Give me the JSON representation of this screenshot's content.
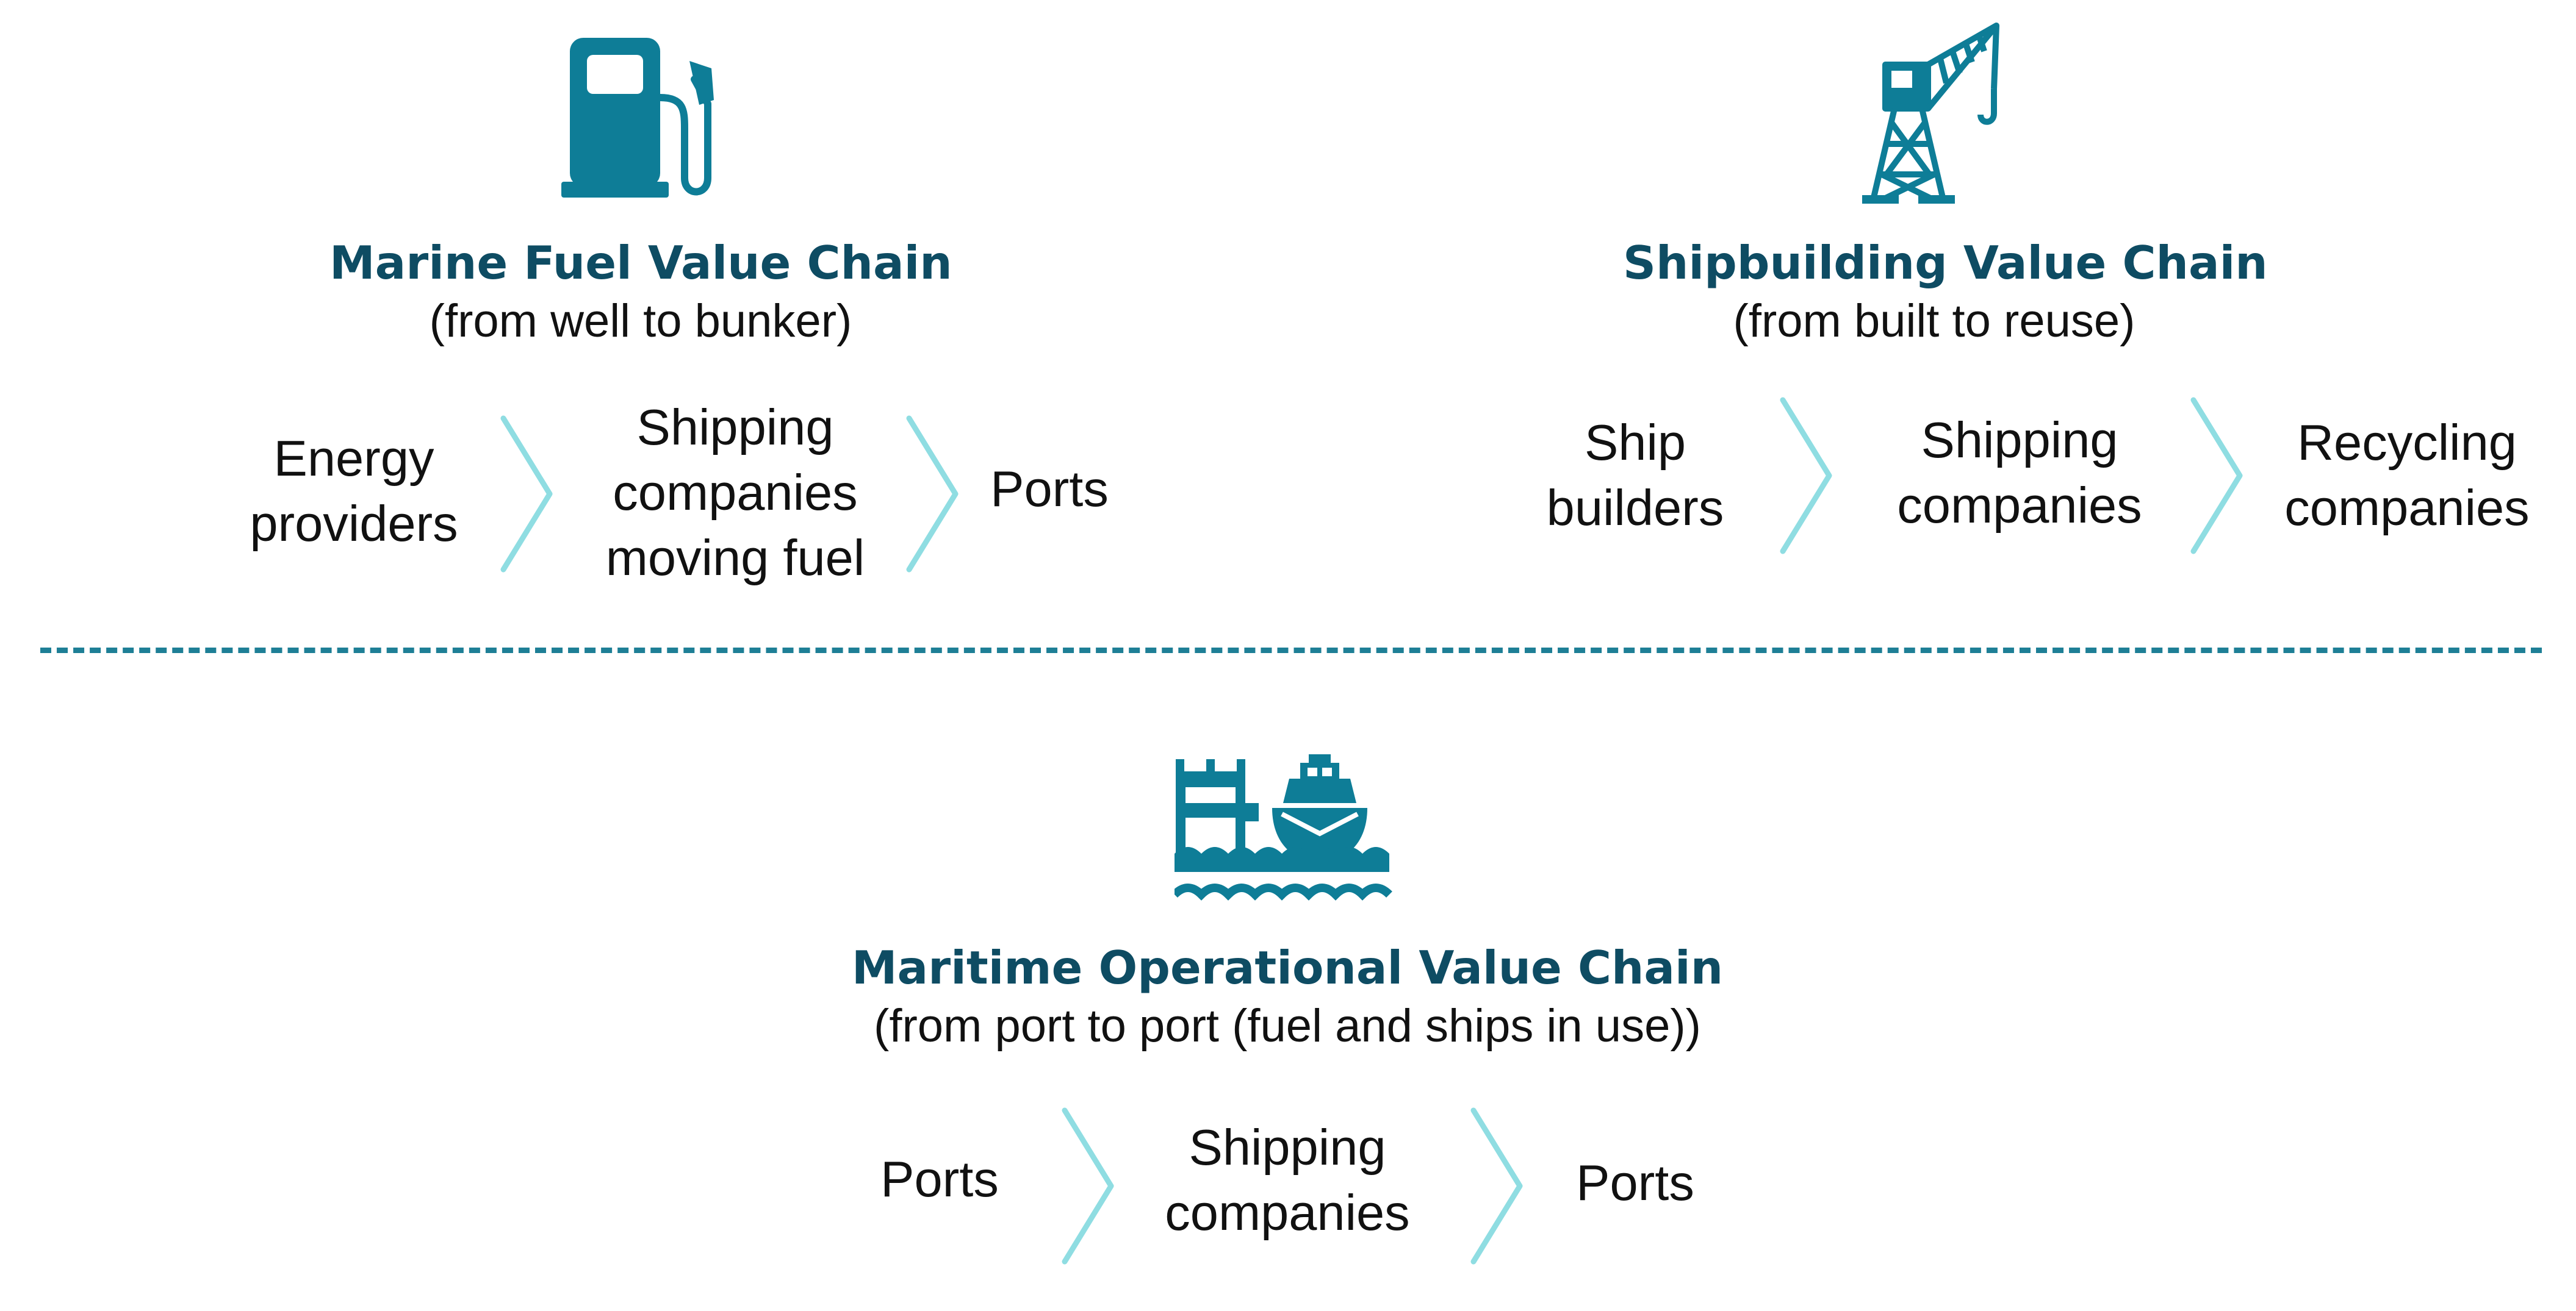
{
  "colors": {
    "icon": "#0e7d97",
    "title": "#0e4c63",
    "chevron": "#8fdde2",
    "divider": "#1e7f96",
    "text": "#111111"
  },
  "marine_fuel": {
    "icon": "fuel-pump-icon",
    "title": "Marine Fuel Value Chain",
    "subtitle": "(from well to bunker)",
    "steps": [
      {
        "line1": "Energy",
        "line2": "providers"
      },
      {
        "line1": "Shipping",
        "line2": "companies",
        "line3": "moving fuel"
      },
      {
        "line1": "Ports"
      }
    ]
  },
  "shipbuilding": {
    "icon": "crane-icon",
    "title": "Shipbuilding Value Chain",
    "subtitle": "(from built to reuse)",
    "steps": [
      {
        "line1": "Ship",
        "line2": "builders"
      },
      {
        "line1": "Shipping",
        "line2": "companies"
      },
      {
        "line1": "Recycling",
        "line2": "companies"
      }
    ]
  },
  "maritime_operational": {
    "icon": "port-and-ship-icon",
    "title": "Maritime Operational Value Chain",
    "subtitle": "(from port to port (fuel and ships in use))",
    "steps": [
      {
        "line1": "Ports"
      },
      {
        "line1": "Shipping",
        "line2": "companies"
      },
      {
        "line1": "Ports"
      }
    ]
  }
}
